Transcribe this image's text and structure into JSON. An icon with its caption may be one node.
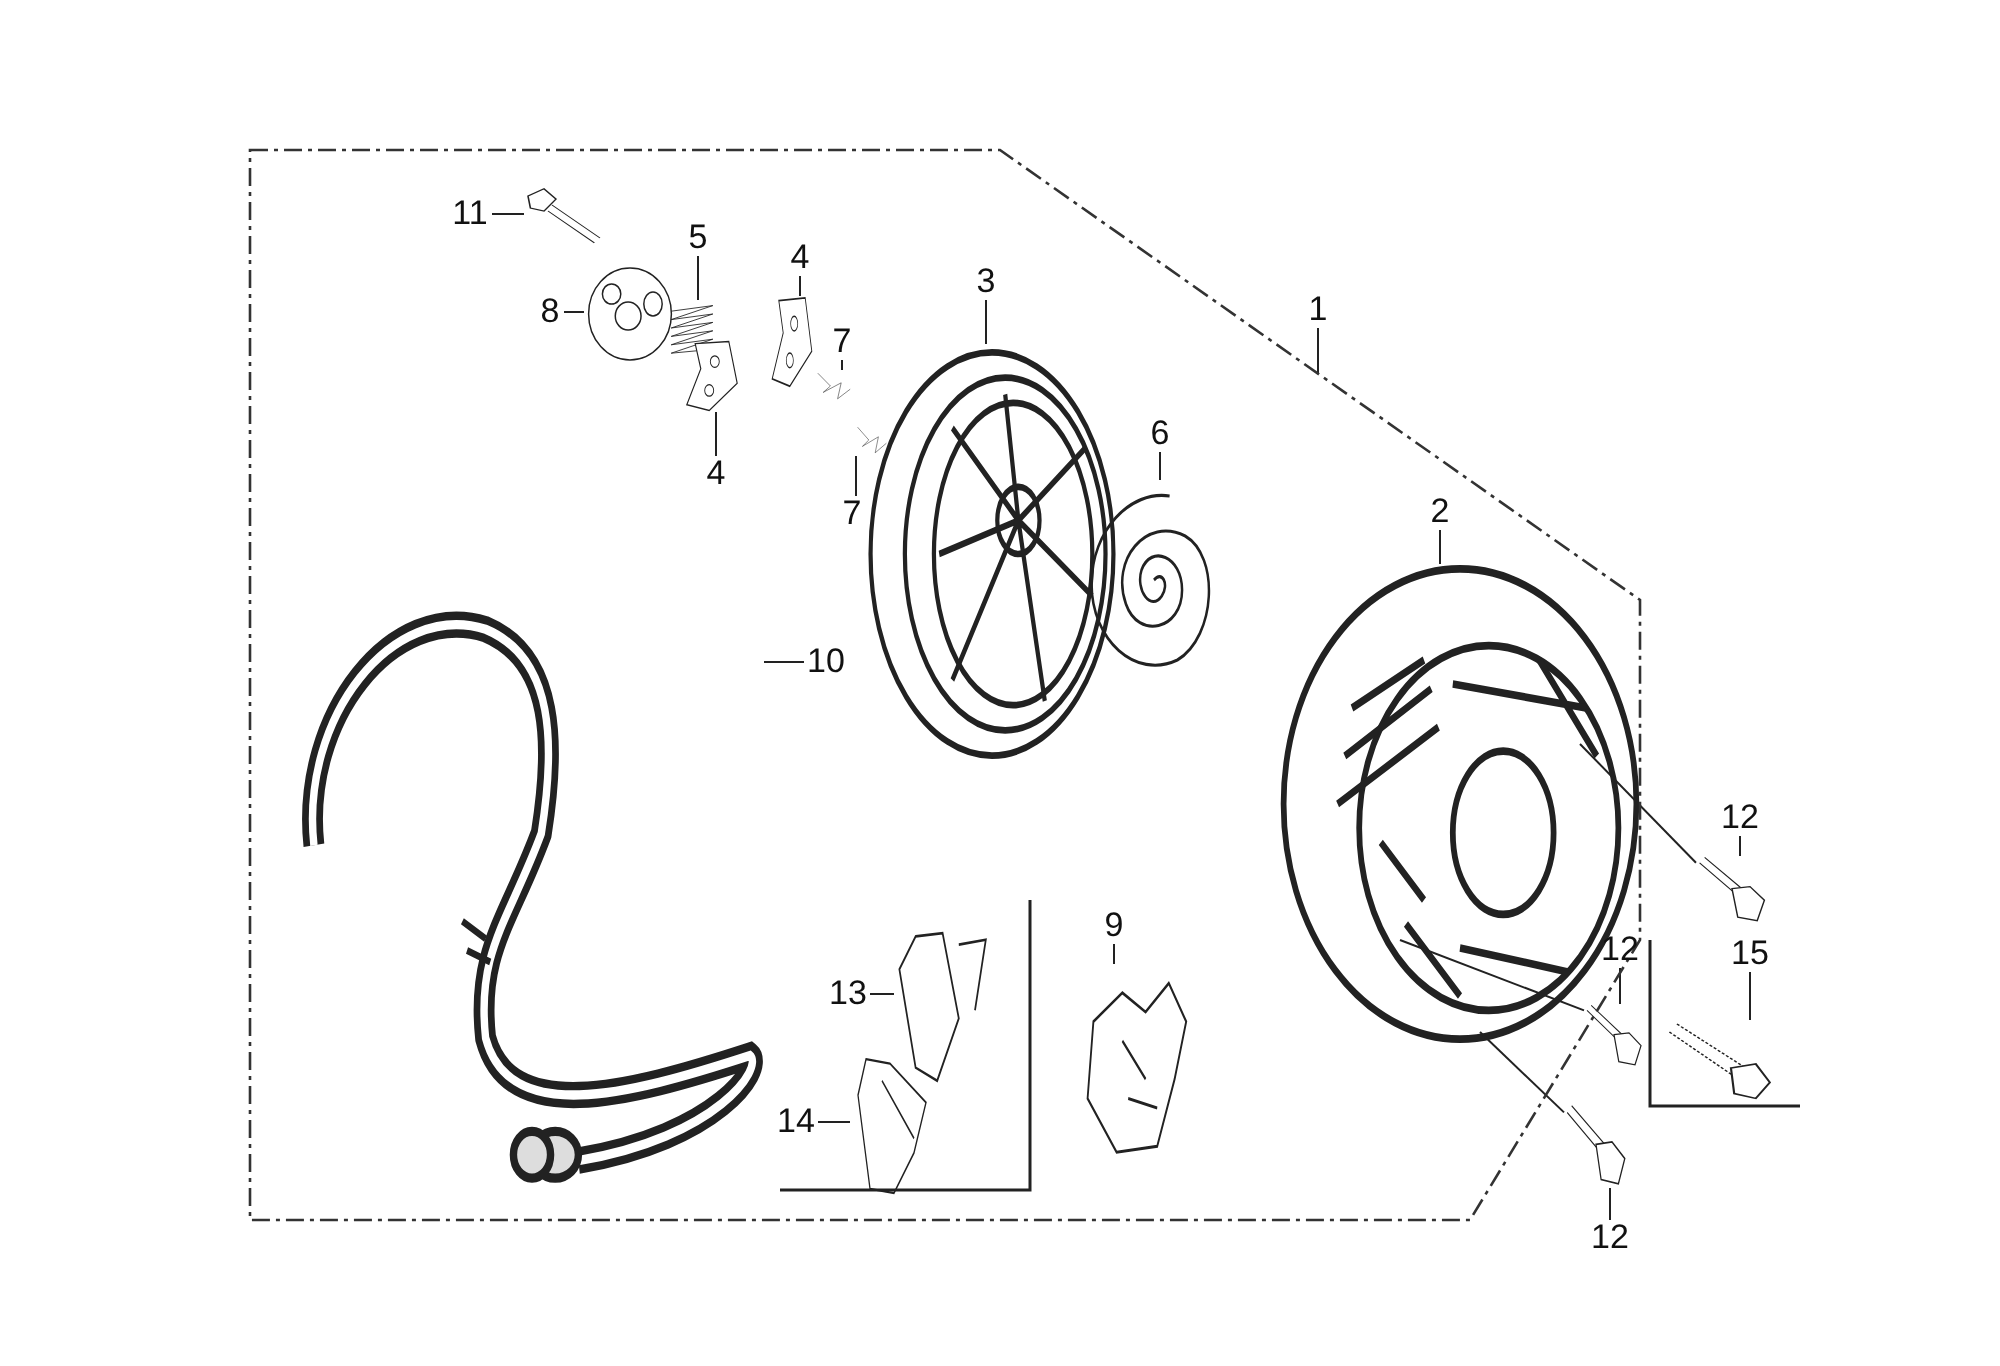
{
  "diagram": {
    "nodes": [
      {
        "text": [
          "11"
        ]
      },
      {
        "text": [],
        "shape": "picture"
      },
      {
        "text": [
          "8"
        ]
      },
      {
        "text": [],
        "shape": "picture"
      },
      {
        "text": [
          "5"
        ]
      },
      {
        "text": [],
        "shape": "picture"
      },
      {
        "text": [
          "4"
        ]
      },
      {
        "text": [],
        "shape": "picture"
      },
      {
        "text": [
          "4"
        ]
      },
      {
        "text": [],
        "shape": "picture"
      },
      {
        "text": [
          "7"
        ]
      },
      {
        "text": [],
        "shape": "picture"
      },
      {
        "text": [
          "7"
        ]
      },
      {
        "text": [],
        "shape": "picture"
      },
      {
        "text": [
          "3"
        ]
      },
      {
        "text": [],
        "shape": "picture"
      },
      {
        "text": [
          "1"
        ]
      },
      {
        "text": [
          "6"
        ]
      },
      {
        "text": [],
        "shape": "picture"
      },
      {
        "text": [
          "2"
        ]
      },
      {
        "text": [],
        "shape": "picture"
      },
      {
        "text": [
          "10"
        ]
      },
      {
        "text": [],
        "shape": "picture"
      },
      {
        "text": [
          "12"
        ]
      },
      {
        "text": [],
        "shape": "picture"
      },
      {
        "text": [
          "12"
        ]
      },
      {
        "text": [],
        "shape": "picture"
      },
      {
        "text": [
          "15"
        ]
      },
      {
        "text": [],
        "shape": "picture"
      },
      {
        "text": [
          "12"
        ]
      },
      {
        "text": [],
        "shape": "picture"
      },
      {
        "text": [
          "13"
        ]
      },
      {
        "text": [],
        "shape": "picture"
      },
      {
        "text": [
          "14"
        ]
      },
      {
        "text": [],
        "shape": "picture"
      },
      {
        "text": [
          "9"
        ]
      },
      {
        "text": [],
        "shape": "picture"
      }
    ],
    "edges": [
      {
        "from": 0,
        "to": 1,
        "arrow": "none"
      },
      {
        "from": 2,
        "to": 3,
        "arrow": "none"
      },
      {
        "from": 4,
        "to": 5,
        "arrow": "none"
      },
      {
        "from": 6,
        "to": 7,
        "arrow": "none"
      },
      {
        "from": 8,
        "to": 9,
        "arrow": "none"
      },
      {
        "from": 10,
        "to": 11,
        "arrow": "none"
      },
      {
        "from": 12,
        "to": 13,
        "arrow": "none"
      },
      {
        "from": 14,
        "to": 15,
        "arrow": "none"
      },
      {
        "from": 16,
        "to": null,
        "arrow": "none"
      },
      {
        "from": 17,
        "to": 18,
        "arrow": "none"
      },
      {
        "from": 19,
        "to": 20,
        "arrow": "none"
      },
      {
        "from": 21,
        "to": 22,
        "arrow": "none"
      },
      {
        "from": 23,
        "to": 24,
        "arrow": "none"
      },
      {
        "from": 25,
        "to": 26,
        "arrow": "none"
      },
      {
        "from": 27,
        "to": 28,
        "arrow": "none"
      },
      {
        "from": 29,
        "to": 30,
        "arrow": "none"
      },
      {
        "from": 31,
        "to": 32,
        "arrow": "none"
      },
      {
        "from": 33,
        "to": 34,
        "arrow": "none"
      },
      {
        "from": 35,
        "to": 36,
        "arrow": "none"
      },
      {
        "from": 20,
        "to": 24,
        "arrow": "none"
      },
      {
        "from": 20,
        "to": 26,
        "arrow": "none"
      },
      {
        "from": 20,
        "to": 30,
        "arrow": "none"
      }
    ]
  }
}
